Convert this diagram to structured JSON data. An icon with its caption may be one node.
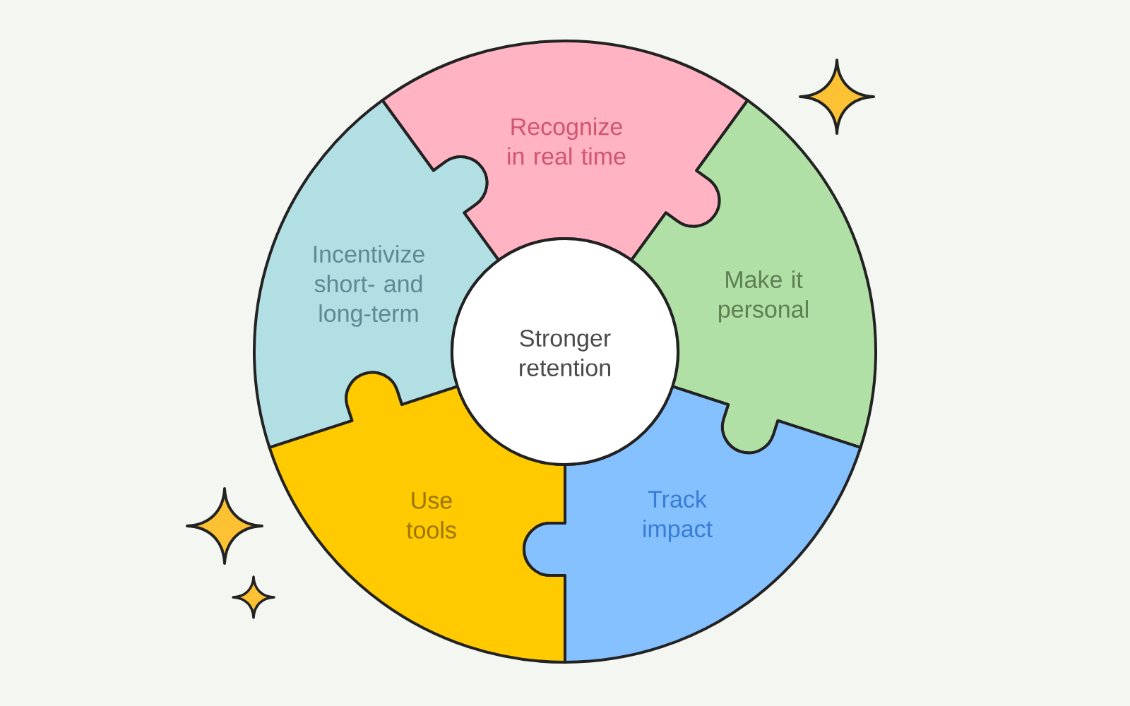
{
  "diagram": {
    "nodes": [
      {
        "text": [
          "Recognize in real time"
        ]
      },
      {
        "text": [
          "Incentivize short- and long-term"
        ]
      },
      {
        "text": [
          "Make it personal"
        ]
      },
      {
        "text": [
          "Stronger retention"
        ]
      },
      {
        "text": [
          "Use tools"
        ]
      },
      {
        "text": [
          "Track impact"
        ]
      }
    ]
  }
}
